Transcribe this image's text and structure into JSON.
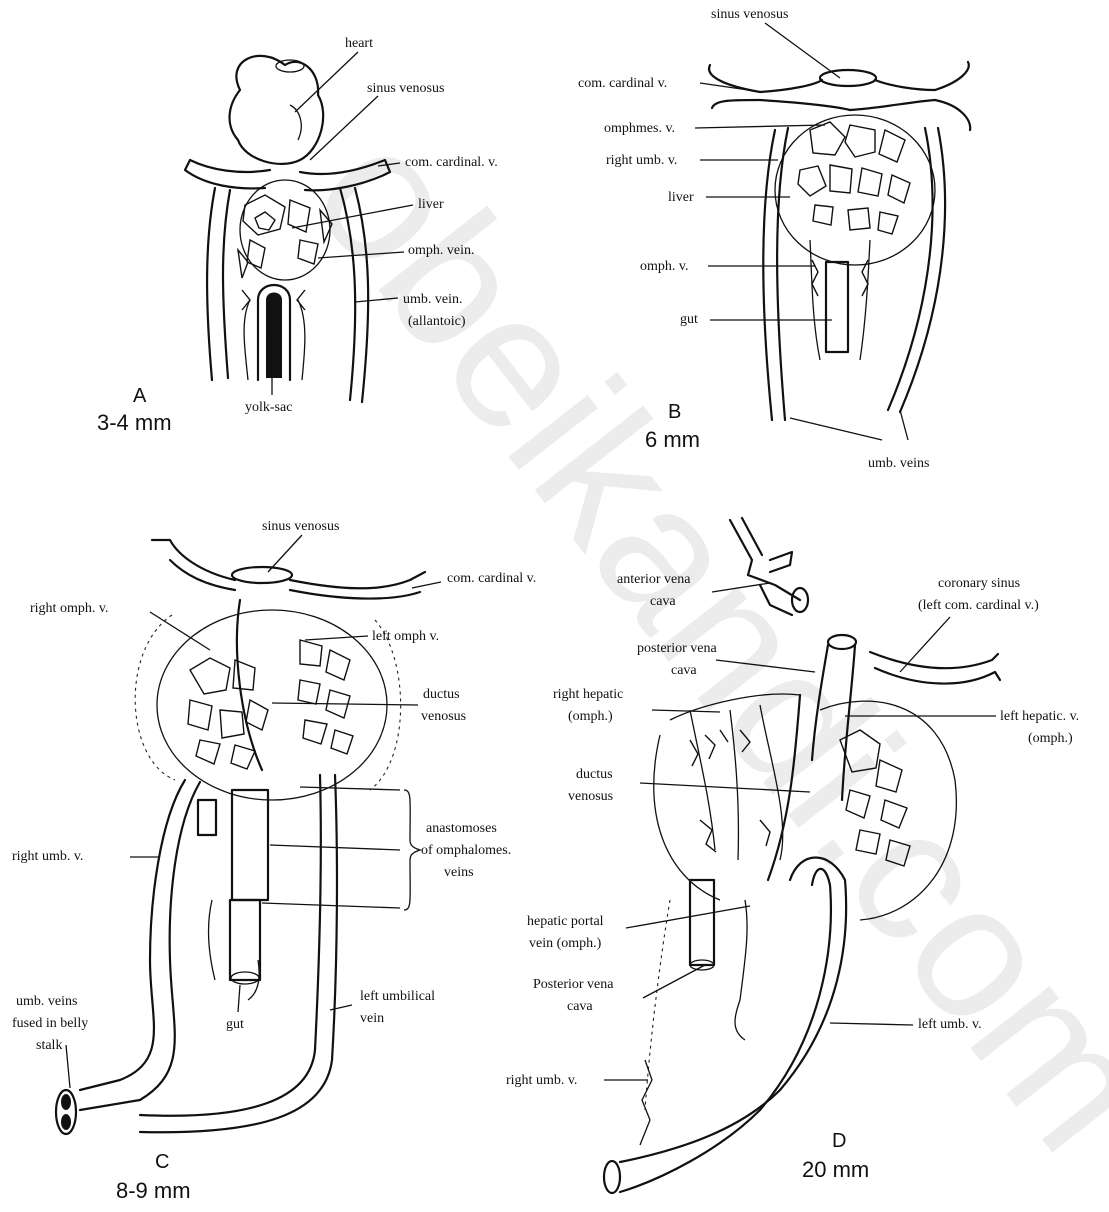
{
  "watermark": "obeikandi.com",
  "panels": {
    "A": {
      "letter": "A",
      "size": "3-4 mm",
      "labels": {
        "heart": "heart",
        "sinus_venosus": "sinus venosus",
        "com_cardinal": "com. cardinal. v.",
        "liver": "liver",
        "omph_vein": "omph. vein.",
        "umb_vein_1": "umb. vein.",
        "umb_vein_2": "(allantoic)",
        "yolk_sac": "yolk-sac"
      }
    },
    "B": {
      "letter": "B",
      "size": "6 mm",
      "labels": {
        "sinus_venosus": "sinus venosus",
        "com_cardinal": "com. cardinal v.",
        "omphmes": "omphmes. v.",
        "right_umb": "right umb. v.",
        "liver": "liver",
        "omph_v": "omph. v.",
        "gut": "gut",
        "umb_veins": "umb. veins"
      }
    },
    "C": {
      "letter": "C",
      "size": "8-9 mm",
      "labels": {
        "sinus_venosus": "sinus venosus",
        "com_cardinal": "com. cardinal v.",
        "right_omph": "right omph. v.",
        "left_omph": "left omph v.",
        "ductus_1": "ductus",
        "ductus_2": "venosus",
        "anast_1": "anastomoses",
        "anast_2": "of omphalomes.",
        "anast_3": "veins",
        "right_umb": "right umb. v.",
        "fused_1": "umb. veins",
        "fused_2": "fused in belly",
        "fused_3": "stalk",
        "gut": "gut",
        "left_umbilical_1": "left umbilical",
        "left_umbilical_2": "vein"
      }
    },
    "D": {
      "letter": "D",
      "size": "20 mm",
      "labels": {
        "ant_vc_1": "anterior vena",
        "ant_vc_2": "cava",
        "coronary_1": "coronary sinus",
        "coronary_2": "(left com. cardinal v.)",
        "post_vc_1": "posterior vena",
        "post_vc_2": "cava",
        "right_hepatic_1": "right hepatic",
        "right_hepatic_2": "(omph.)",
        "left_hepatic_1": "left hepatic. v.",
        "left_hepatic_2": "(omph.)",
        "ductus_1": "ductus",
        "ductus_2": "venosus",
        "hpv_1": "hepatic portal",
        "hpv_2": "vein (omph.)",
        "post_vc_b1": "Posterior vena",
        "post_vc_b2": "cava",
        "left_umb": "left umb. v.",
        "right_umb": "right umb. v."
      }
    }
  }
}
